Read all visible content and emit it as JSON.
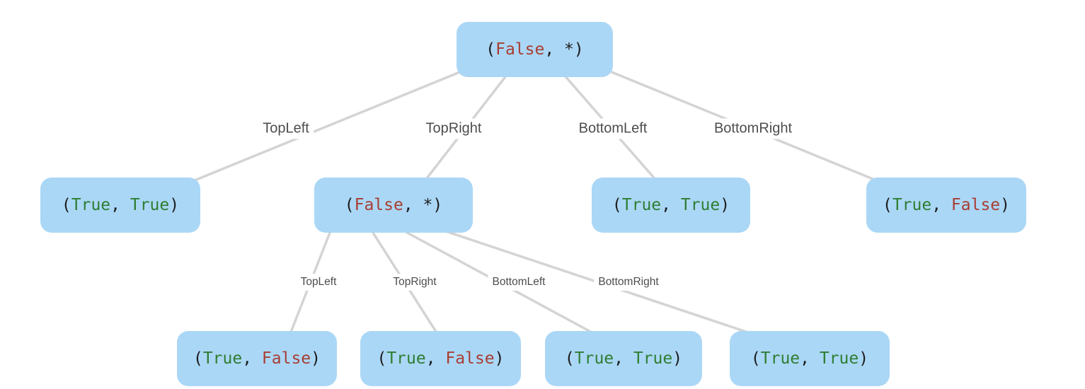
{
  "colors": {
    "node_bg": "#abd7f6",
    "true_value": "#2e7d32",
    "false_value": "#a83e32",
    "punctuation": "#1c1c1c",
    "edge_line": "#d4d4d4",
    "edge_label_text": "#4d4d4d"
  },
  "punct": {
    "open": "(",
    "separator": ", ",
    "close": ")"
  },
  "root": {
    "pair": [
      "False",
      "*"
    ]
  },
  "level1": {
    "edge_labels": [
      "TopLeft",
      "TopRight",
      "BottomLeft",
      "BottomRight"
    ],
    "nodes": [
      {
        "pair": [
          "True",
          "True"
        ]
      },
      {
        "pair": [
          "False",
          "*"
        ]
      },
      {
        "pair": [
          "True",
          "True"
        ]
      },
      {
        "pair": [
          "True",
          "False"
        ]
      }
    ]
  },
  "level2": {
    "edge_labels": [
      "TopLeft",
      "TopRight",
      "BottomLeft",
      "BottomRight"
    ],
    "nodes": [
      {
        "pair": [
          "True",
          "False"
        ]
      },
      {
        "pair": [
          "True",
          "False"
        ]
      },
      {
        "pair": [
          "True",
          "True"
        ]
      },
      {
        "pair": [
          "True",
          "True"
        ]
      }
    ]
  }
}
